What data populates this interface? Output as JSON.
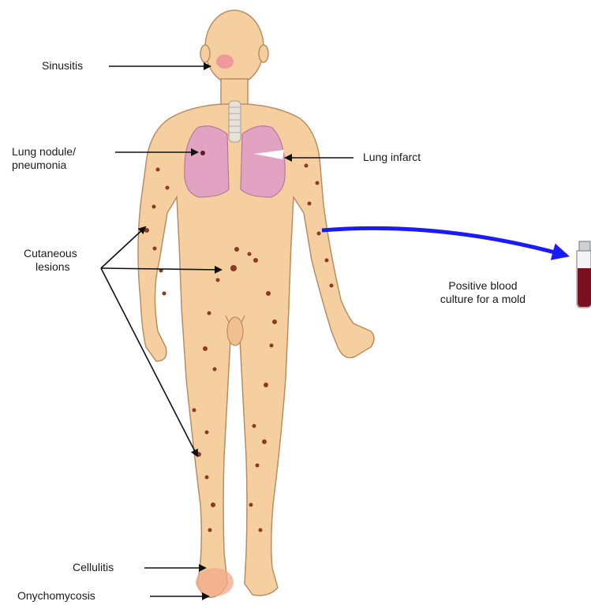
{
  "labels": {
    "sinusitis": "Sinusitis",
    "lung_nodule": "Lung nodule/",
    "pneumonia": "pneumonia",
    "lung_infarct": "Lung infarct",
    "cutaneous": "Cutaneous",
    "lesions": "lesions",
    "blood_1": "Positive blood",
    "blood_2": "culture for a mold",
    "cellulitis": "Cellulitis",
    "onychomycosis": "Onychomycosis"
  },
  "colors": {
    "skin": "#f5cfa0",
    "skin_outline": "#b98d63",
    "lung": "#e2a3c2",
    "lesion": "#8a3a1f",
    "arrow_blue": "#1a1aff",
    "blood": "#7a1020"
  }
}
